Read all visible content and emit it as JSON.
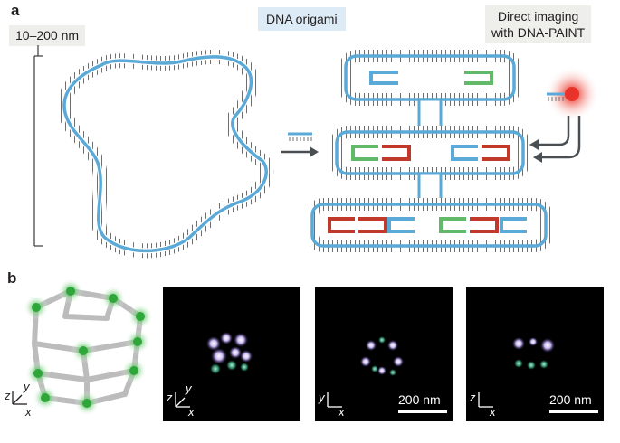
{
  "panels": {
    "a": "a",
    "b": "b"
  },
  "panel_a": {
    "size_label": "10–200 nm",
    "origami_label": "DNA origami",
    "imaging_label_line1": "Direct imaging",
    "imaging_label_line2": "with DNA-PAINT"
  },
  "panel_b": {
    "axes": {
      "model": {
        "z": "z",
        "y": "y",
        "x": "x"
      },
      "image1": {
        "z": "z",
        "y": "y",
        "x": "x"
      },
      "image2": {
        "y": "y",
        "x": "x"
      },
      "image3": {
        "z": "z",
        "x": "x"
      }
    },
    "scalebar_label_1": "200 nm",
    "scalebar_label_2": "200 nm"
  },
  "colors": {
    "scaffold_blue": "#5aa9d6",
    "staple_red": "#c0392b",
    "staple_green": "#62b96a",
    "imager_glow": "#e8322a",
    "arrow_gray": "#4a4f54"
  }
}
